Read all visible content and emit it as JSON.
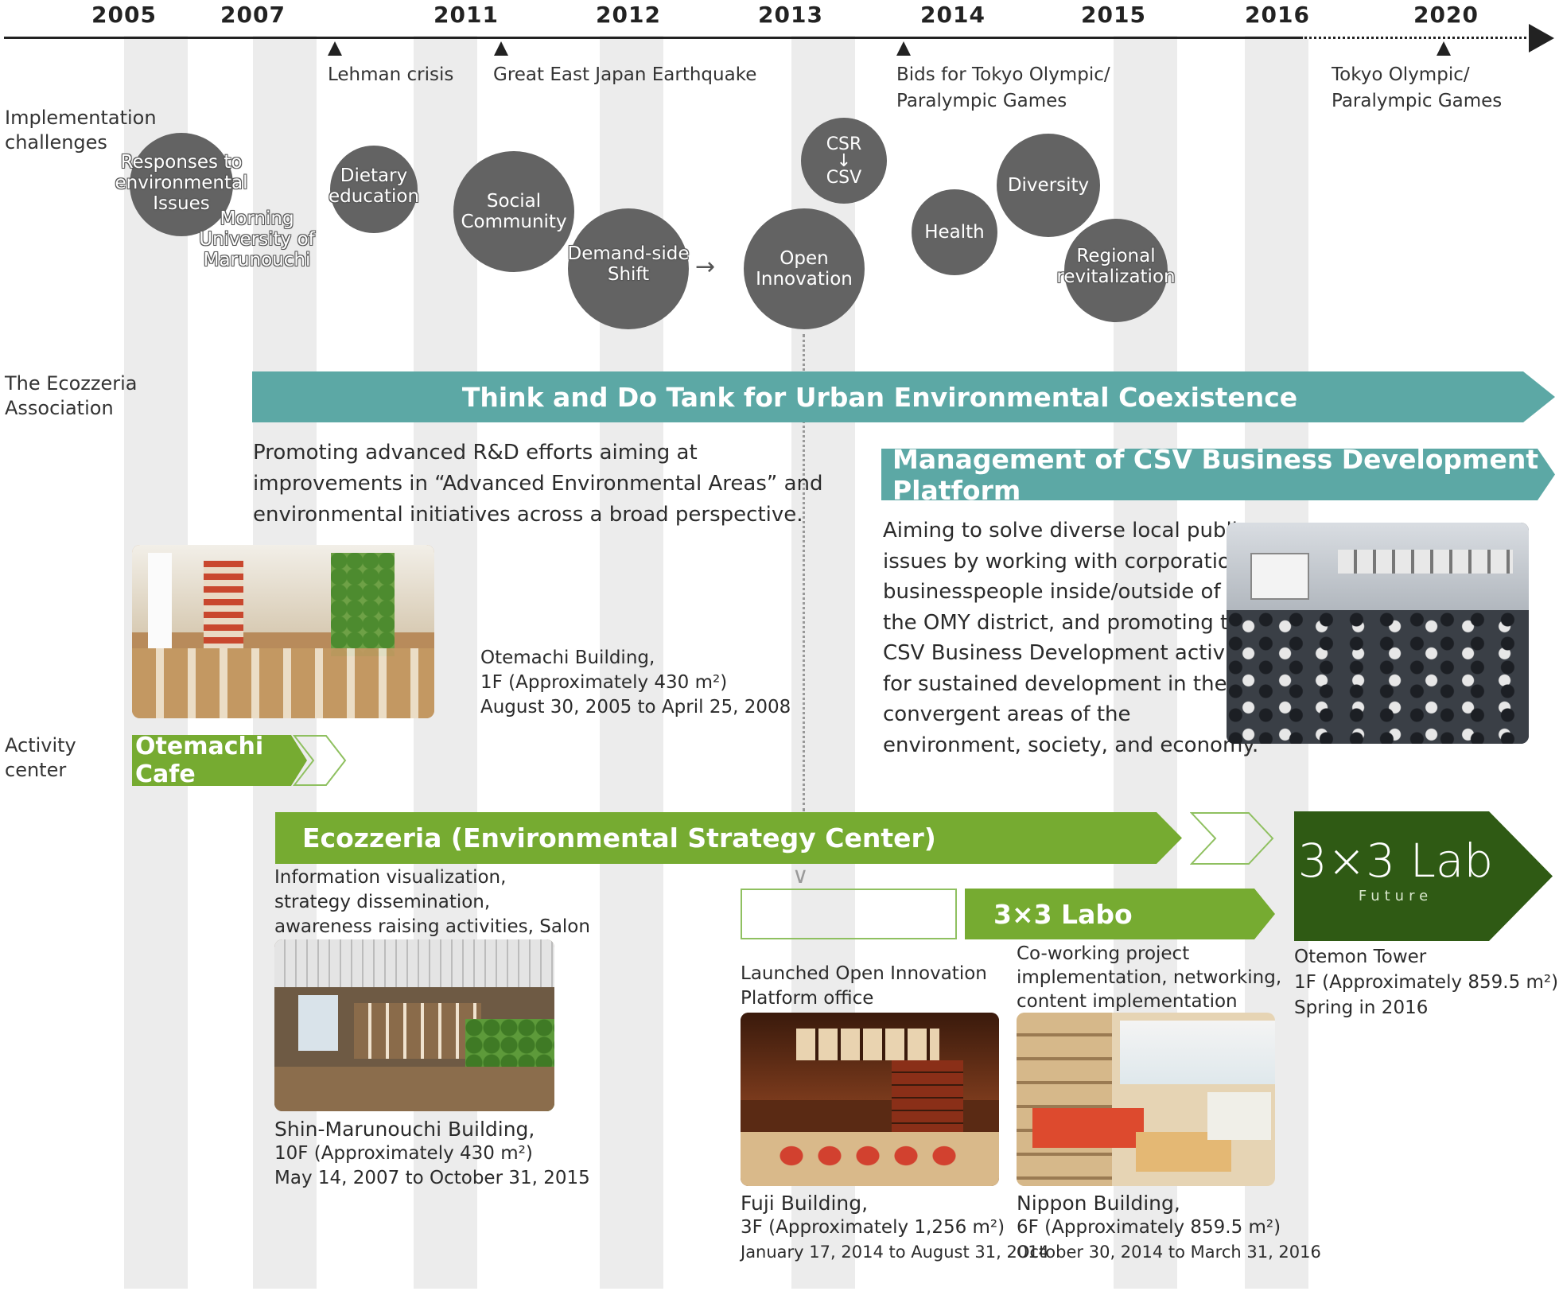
{
  "years": [
    "2005",
    "2007",
    "2011",
    "2012",
    "2013",
    "2014",
    "2015",
    "2016",
    "2020"
  ],
  "events": {
    "lehman": "Lehman crisis",
    "earthquake": "Great East Japan Earthquake",
    "bids_line1": "Bids for Tokyo Olympic/",
    "bids_line2": "Paralympic Games",
    "olympics_line1": "Tokyo Olympic/",
    "olympics_line2": "Paralympic Games"
  },
  "row_labels": {
    "challenges_line1": "Implementation",
    "challenges_line2": "challenges",
    "association_line1": "The Ecozzeria",
    "association_line2": "Association",
    "activity_line1": "Activity",
    "activity_line2": "center"
  },
  "challenges": {
    "environmental": "Responses to\nenvironmental\nIssues",
    "morning": "Morning\nUniversity of\nMarunouchi",
    "dietary": "Dietary\neducation",
    "social": "Social\nCommunity",
    "demand": "Demand-side\nShift",
    "arrow": "→",
    "open_innovation": "Open\nInnovation",
    "csr": "CSR\n↓\nCSV",
    "health": "Health",
    "diversity": "Diversity",
    "regional": "Regional\nrevitalization"
  },
  "association": {
    "think_tank": "Think and Do Tank for Urban Environmental Coexistence",
    "promoting": [
      "Promoting advanced R&D efforts aiming at",
      "improvements in “Advanced Environmental Areas” and",
      "environmental initiatives across a broad perspective."
    ],
    "csv_platform": "Management of CSV Business Development Platform",
    "aiming": [
      "Aiming to solve diverse local public",
      "issues by working with corporations,",
      "businesspeople inside/outside of",
      "the OMY district, and promoting the",
      "CSV Business Development activities",
      "for sustained development in the",
      "convergent areas of the",
      "environment, society, and economy."
    ]
  },
  "activity": {
    "otemachi_cafe": "Otemachi Cafe",
    "otemachi_caption": [
      "Otemachi Building,",
      "1F (Approximately 430 m²)",
      "August 30, 2005 to April 25, 2008"
    ],
    "ecozzeria_center": "Ecozzeria (Environmental Strategy Center)",
    "ecozzeria_desc": [
      "Information visualization,",
      "strategy dissemination,",
      "awareness raising activities, Salon"
    ],
    "shin_caption": [
      "Shin-Marunouchi Building,",
      "10F (Approximately 430 m²)",
      "May 14, 2007 to October 31, 2015"
    ],
    "open_platform": [
      "Launched Open Innovation",
      "Platform office"
    ],
    "fuji_caption": [
      "Fuji Building,",
      "3F (Approximately 1,256 m²)",
      "January 17, 2014 to August 31, 2014"
    ],
    "labo": "3×3 Labo",
    "labo_desc": [
      "Co-working project",
      "implementation, networking,",
      "content implementation"
    ],
    "nippon_caption": [
      "Nippon Building,",
      "6F (Approximately 859.5 m²)",
      "October 30, 2014 to March 31, 2016"
    ],
    "lab_future_logo": "3×3 Lab",
    "lab_future_sub": "Future",
    "otemon_caption": [
      "Otemon Tower",
      "1F (Approximately 859.5 m²)",
      "Spring in 2016"
    ]
  },
  "colors": {
    "teal": "#5ca8a5",
    "green": "#76ab31",
    "dark_green": "#2f5a14",
    "circle_gray": "#636363",
    "stripe": "#ececec"
  }
}
